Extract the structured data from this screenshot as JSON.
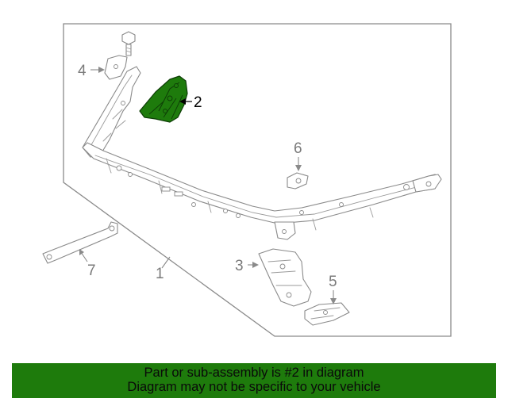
{
  "diagram": {
    "callouts": {
      "part_1": "1",
      "part_2": "2",
      "part_3": "3",
      "part_4": "4",
      "part_5": "5",
      "part_6": "6",
      "part_7": "7"
    },
    "highlighted_part": "2",
    "colors": {
      "highlight_fill": "#1e7b0c",
      "line": "#8a8a8a",
      "banner": "#1e7b0c"
    }
  },
  "banner": {
    "line1": "Part or sub-assembly is #2 in diagram",
    "line2": "Diagram may not be specific to your vehicle"
  }
}
